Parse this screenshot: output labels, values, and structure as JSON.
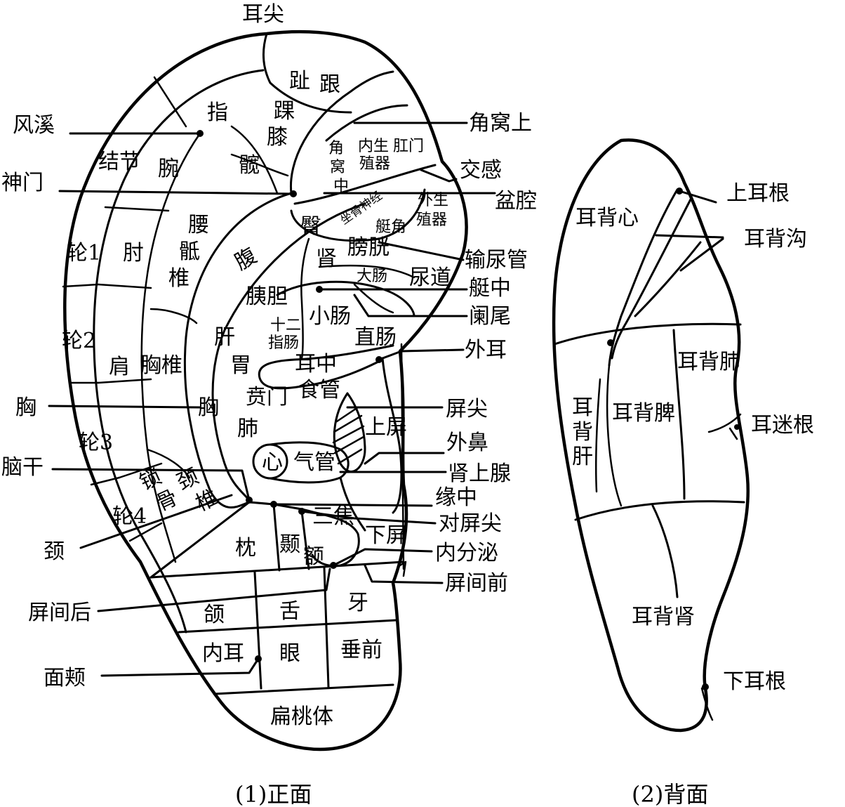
{
  "front": {
    "caption": "(1)正面",
    "leaders_left": [
      {
        "id": "fengxi",
        "text": "风溪"
      },
      {
        "id": "shenmen",
        "text": "神门"
      },
      {
        "id": "xiong",
        "text": "胸"
      },
      {
        "id": "naogan",
        "text": "脑干"
      },
      {
        "id": "jing",
        "text": "颈"
      },
      {
        "id": "pingjianhou",
        "text": "屏间后"
      },
      {
        "id": "mianjia",
        "text": "面颊"
      }
    ],
    "leaders_right": [
      {
        "id": "jiaowoshang",
        "text": "角窝上"
      },
      {
        "id": "jiaogan",
        "text": "交感"
      },
      {
        "id": "penqiang",
        "text": "盆腔"
      },
      {
        "id": "shuniaoguan",
        "text": "输尿管"
      },
      {
        "id": "tingzhong",
        "text": "艇中"
      },
      {
        "id": "lanwei",
        "text": "阑尾"
      },
      {
        "id": "waier",
        "text": "外耳"
      },
      {
        "id": "pingjian",
        "text": "屏尖"
      },
      {
        "id": "waibi",
        "text": "外鼻"
      },
      {
        "id": "shenshangxian",
        "text": "肾上腺"
      },
      {
        "id": "yuanzhong",
        "text": "缘中"
      },
      {
        "id": "duipingjian",
        "text": "对屏尖"
      },
      {
        "id": "neifenmi",
        "text": "内分泌"
      },
      {
        "id": "pingjianqian",
        "text": "屏间前"
      }
    ],
    "top_label": "耳尖",
    "regions": [
      {
        "id": "zhi",
        "text": "趾"
      },
      {
        "id": "gen",
        "text": "跟"
      },
      {
        "id": "zhi2",
        "text": "指"
      },
      {
        "id": "huai",
        "text": "踝"
      },
      {
        "id": "xi",
        "text": "膝"
      },
      {
        "id": "jiejie",
        "text": "结节"
      },
      {
        "id": "wan",
        "text": "腕"
      },
      {
        "id": "kuan",
        "text": "髋"
      },
      {
        "id": "jiaowo1",
        "text": "角"
      },
      {
        "id": "jiaowo2",
        "text": "窝"
      },
      {
        "id": "jiaowo3",
        "text": "中"
      },
      {
        "id": "neisheng",
        "text": "内生"
      },
      {
        "id": "zhiqi",
        "text": "殖器"
      },
      {
        "id": "ganmen",
        "text": "肛门"
      },
      {
        "id": "zuogushenjing",
        "text": "坐骨神经"
      },
      {
        "id": "tun",
        "text": "臀"
      },
      {
        "id": "tingjiao",
        "text": "艇角"
      },
      {
        "id": "waisheng",
        "text": "外生"
      },
      {
        "id": "waizhiqi",
        "text": "殖器"
      },
      {
        "id": "lun1",
        "text": "轮1"
      },
      {
        "id": "zhou",
        "text": "肘"
      },
      {
        "id": "yao",
        "text": "腰"
      },
      {
        "id": "di",
        "text": "骶"
      },
      {
        "id": "zhui",
        "text": "椎"
      },
      {
        "id": "fu",
        "text": "腹"
      },
      {
        "id": "shen",
        "text": "肾"
      },
      {
        "id": "pangguang",
        "text": "膀胱"
      },
      {
        "id": "dachang",
        "text": "大肠"
      },
      {
        "id": "niaodao",
        "text": "尿道"
      },
      {
        "id": "yidan",
        "text": "胰胆"
      },
      {
        "id": "xiaochang",
        "text": "小肠"
      },
      {
        "id": "shier",
        "text": "十二"
      },
      {
        "id": "zhichang",
        "text": "指肠"
      },
      {
        "id": "lun2",
        "text": "轮2"
      },
      {
        "id": "gan",
        "text": "肝"
      },
      {
        "id": "zhichang2",
        "text": "直肠"
      },
      {
        "id": "jian",
        "text": "肩"
      },
      {
        "id": "xiongzhui",
        "text": "胸椎"
      },
      {
        "id": "wei",
        "text": "胃"
      },
      {
        "id": "erzhong",
        "text": "耳中"
      },
      {
        "id": "benmen",
        "text": "贲门"
      },
      {
        "id": "shiguan",
        "text": "食管"
      },
      {
        "id": "xiong2",
        "text": "胸"
      },
      {
        "id": "shangping",
        "text": "上屏"
      },
      {
        "id": "lun3",
        "text": "轮3"
      },
      {
        "id": "fei",
        "text": "肺"
      },
      {
        "id": "xin",
        "text": "心"
      },
      {
        "id": "qiguan",
        "text": "气管"
      },
      {
        "id": "suo",
        "text": "锁"
      },
      {
        "id": "gu",
        "text": "骨"
      },
      {
        "id": "jingzhui1",
        "text": "颈"
      },
      {
        "id": "jingzhui2",
        "text": "椎"
      },
      {
        "id": "lun4",
        "text": "轮4"
      },
      {
        "id": "sanjiao",
        "text": "三焦"
      },
      {
        "id": "zhen",
        "text": "枕"
      },
      {
        "id": "nie",
        "text": "颞"
      },
      {
        "id": "e",
        "text": "额"
      },
      {
        "id": "xiaping",
        "text": "下屏"
      },
      {
        "id": "han",
        "text": "颌"
      },
      {
        "id": "she",
        "text": "舌"
      },
      {
        "id": "ya",
        "text": "牙"
      },
      {
        "id": "neier",
        "text": "内耳"
      },
      {
        "id": "yan",
        "text": "眼"
      },
      {
        "id": "chuiqian",
        "text": "垂前"
      },
      {
        "id": "biantaoti",
        "text": "扁桃体"
      }
    ]
  },
  "back": {
    "caption": "(2)背面",
    "leaders": [
      {
        "id": "shangergen",
        "text": "上耳根"
      },
      {
        "id": "erbeigou",
        "text": "耳背沟"
      },
      {
        "id": "ermigen",
        "text": "耳迷根"
      },
      {
        "id": "xiaergen",
        "text": "下耳根"
      }
    ],
    "regions": [
      {
        "id": "erbeixin",
        "text": "耳背心"
      },
      {
        "id": "erbeifei",
        "text": "耳背肺"
      },
      {
        "id": "erbeipi",
        "text": "耳背脾"
      },
      {
        "id": "erbei1",
        "text": "耳"
      },
      {
        "id": "erbei2",
        "text": "背"
      },
      {
        "id": "erbei3",
        "text": "肝"
      },
      {
        "id": "erbeishen",
        "text": "耳背肾"
      }
    ]
  }
}
